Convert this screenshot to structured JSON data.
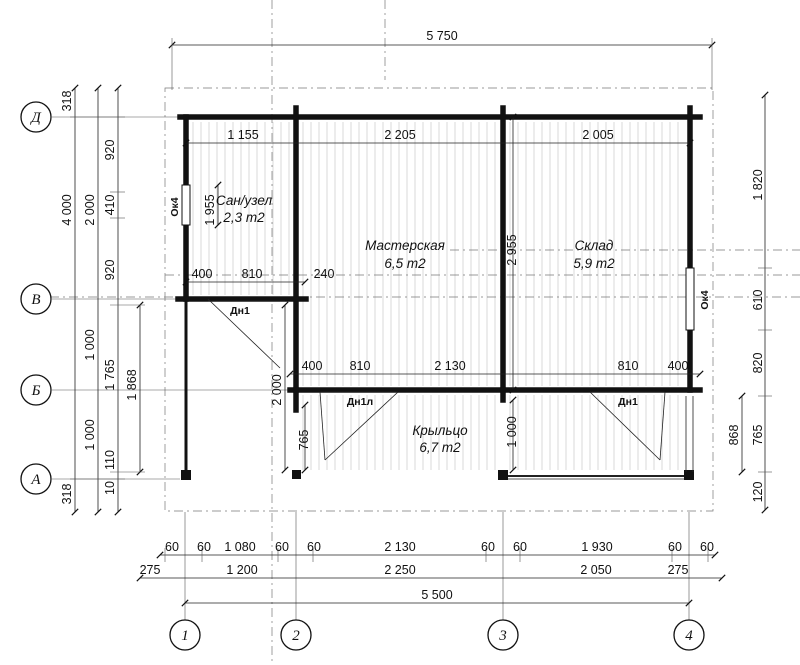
{
  "axes": {
    "rows": [
      "Д",
      "В",
      "Б",
      "А"
    ],
    "cols": [
      "1",
      "2",
      "3",
      "4"
    ]
  },
  "rooms": {
    "bath_name": "Сан/узел",
    "bath_area": "2,3 m2",
    "workshop_name": "Мастерская",
    "workshop_area": "6,5 m2",
    "storage_name": "Склад",
    "storage_area": "5,9 m2",
    "porch_name": "Крыльцо",
    "porch_area": "6,7 m2"
  },
  "openings": {
    "window_left": "Ок4",
    "window_right": "Ок4",
    "door_inner": "Дн1",
    "door_porch_left": "Дн1л",
    "door_porch_right": "Дн1"
  },
  "dims": {
    "top_total": "5 750",
    "top_1": "1 155",
    "top_2": "2 205",
    "top_3": "2 005",
    "mid_a": "400",
    "mid_b": "810",
    "mid_c": "240",
    "porch_a": "400",
    "porch_b": "810",
    "porch_c": "2 130",
    "porch_d": "810",
    "porch_e": "400",
    "bot1_a": "60",
    "bot1_b": "60",
    "bot1_c": "1 080",
    "bot1_d": "60",
    "bot1_e": "60",
    "bot1_f": "2 130",
    "bot1_g": "60",
    "bot1_h": "60",
    "bot1_i": "1 930",
    "bot1_j": "60",
    "bot1_k": "60",
    "bot2_a": "275",
    "bot2_b": "1 200",
    "bot2_c": "2 250",
    "bot2_d": "2 050",
    "bot2_e": "275",
    "bot3_total": "5 500",
    "left_outer_total": "4 000",
    "left_outer_top": "318",
    "left_outer_bottom": "318",
    "left_2a": "2 000",
    "left_2b": "1 000",
    "left_2c": "1 000",
    "left_3a": "920",
    "left_3b": "410",
    "left_3c": "920",
    "left_3d": "1 765",
    "left_3e": "110",
    "left_3f": "10",
    "left_4": "1 868",
    "win_left": "1 955",
    "wall_2_lower": "2 000",
    "wall_2_porch": "765",
    "wall_3_upper": "2 955",
    "wall_3_porch": "1 000",
    "right_a": "1 820",
    "right_b": "610",
    "right_c": "820",
    "right_d": "765",
    "right_e": "120",
    "right_f": "868"
  }
}
